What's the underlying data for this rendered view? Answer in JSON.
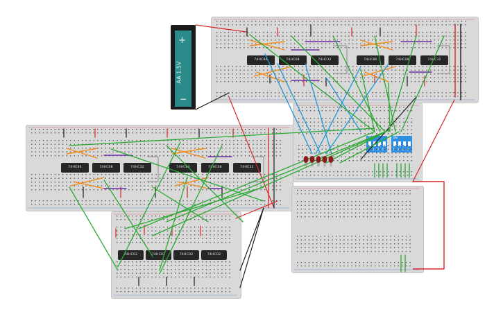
{
  "battery": {
    "label": "AA 1.5V",
    "plus": "+",
    "minus": "−"
  },
  "chips": {
    "tr": [
      "74HC86",
      "74HC08",
      "74HC32"
    ],
    "tr2": [
      "74HC86",
      "74HC08",
      "74HC32"
    ],
    "ml": [
      "74HC86",
      "74HC08",
      "74HC32"
    ],
    "ml2": [
      "74HC86",
      "74HC08",
      "74HC32"
    ],
    "bottom": [
      "74HC02",
      "74HC02",
      "74HC02",
      "74HC02"
    ]
  },
  "switches": [
    {
      "on_label": "ON",
      "numbers": "1 2 3 4"
    },
    {
      "on_label": "ON",
      "numbers": "1 2 3 4"
    }
  ],
  "leds": 5,
  "colors": {
    "board": "#d9d9d9",
    "wire_red": "#d62828",
    "wire_black": "#1a1a1a",
    "wire_green": "#2aa832",
    "wire_blue": "#1f97d4",
    "wire_orange": "#f08c1a",
    "wire_purple": "#6a2aa8",
    "wire_grey": "#8a8a8a",
    "battery": "#2b8a8a",
    "led": "#8b1a1a",
    "dip": "#2f8fe0"
  }
}
